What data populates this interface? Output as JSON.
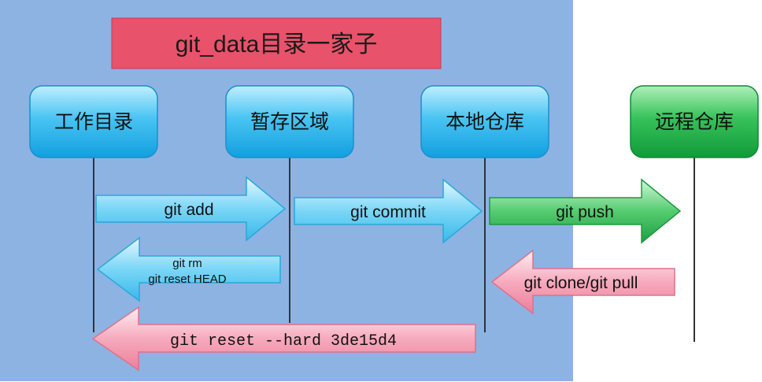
{
  "title": "git_data目录一家子",
  "stages": {
    "workdir": "工作目录",
    "staging": "暂存区域",
    "local_repo": "本地仓库",
    "remote_repo": "远程仓库"
  },
  "commands": {
    "add": "git  add",
    "commit": "git  commit",
    "push": "git  push",
    "rm_line1": "git  rm",
    "rm_line2": "git reset HEAD",
    "clone_pull": "git  clone/git  pull",
    "reset_hard": "git reset --hard 3de15d4"
  },
  "colors": {
    "panel": "#8db3e2",
    "title_box": "#e8526a",
    "blue_box": "#3cb4ea",
    "green_box": "#2db24f",
    "blue_arrow": "#63cbf2",
    "green_arrow": "#3fbf5f",
    "pink_arrow": "#f49bb0"
  }
}
